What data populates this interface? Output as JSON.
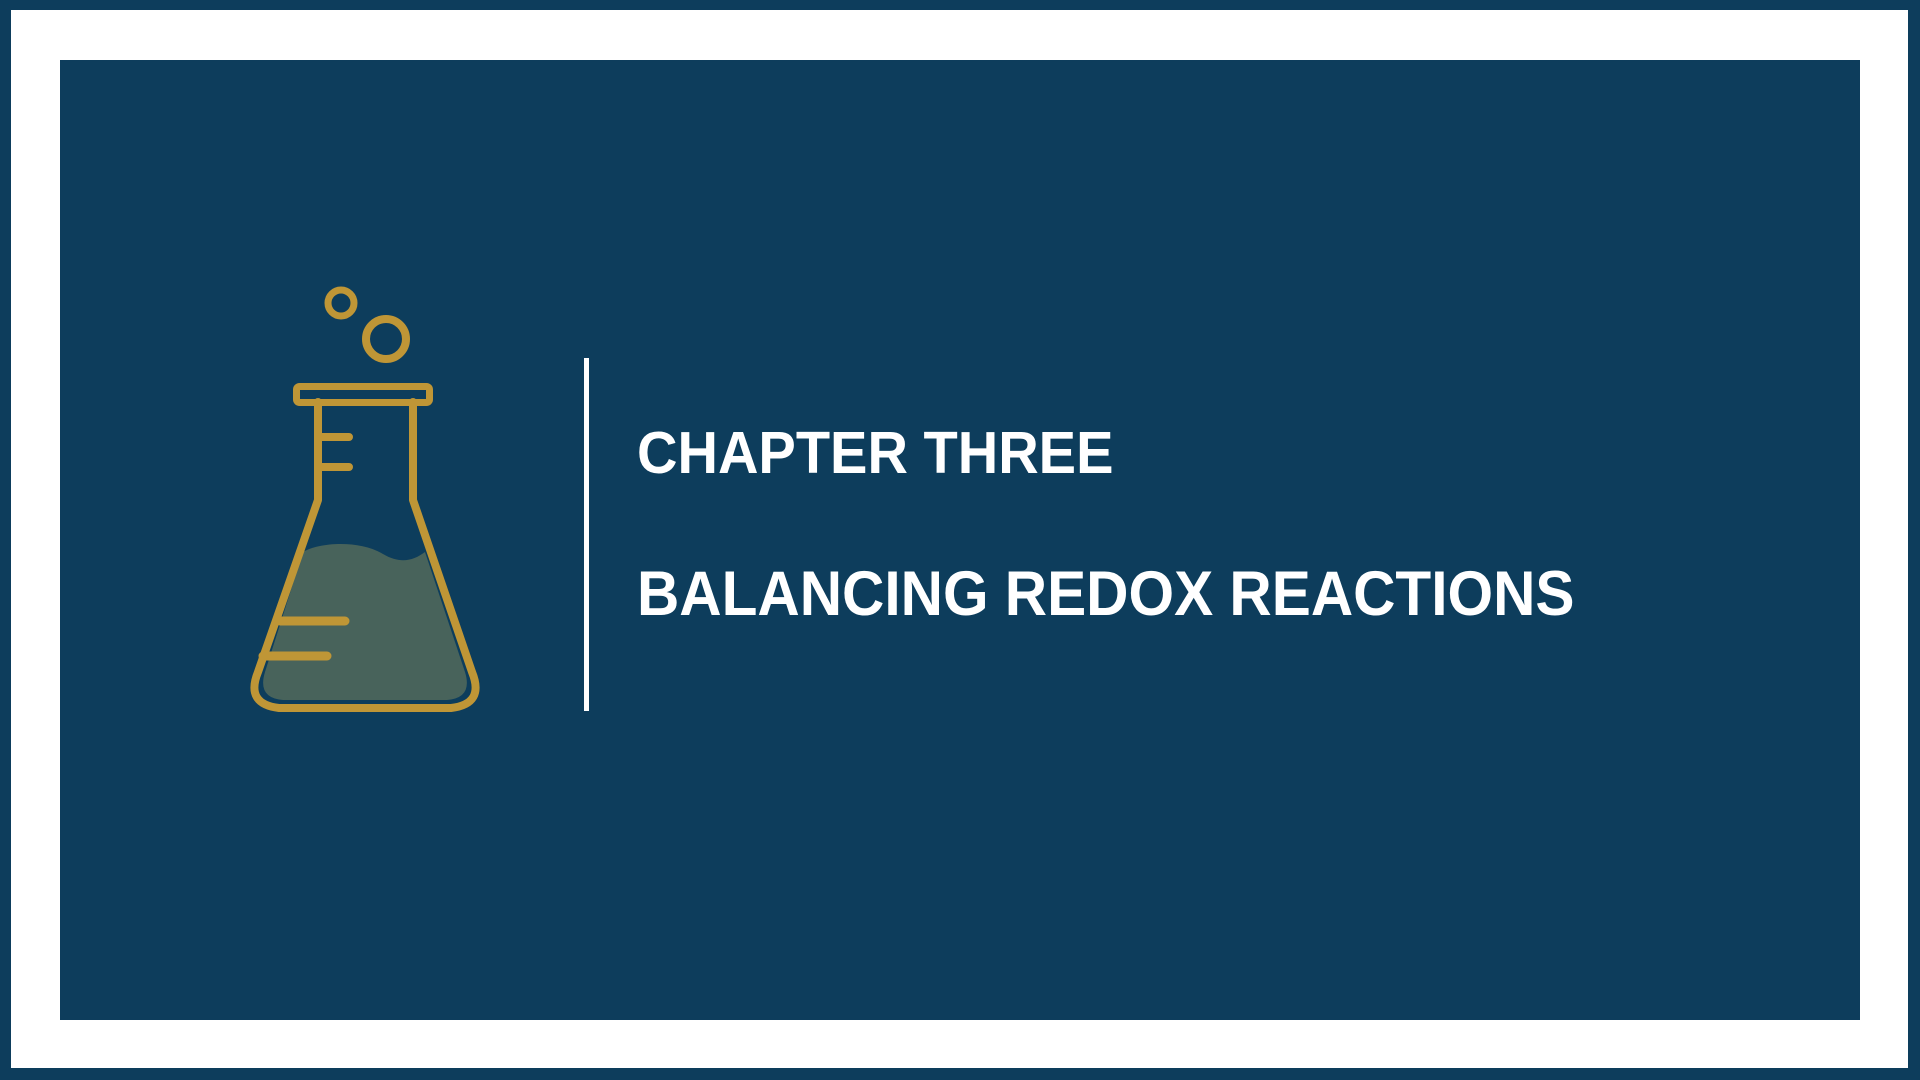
{
  "slide": {
    "kind": "chapter-title-slide",
    "title": {
      "line1": "CHAPTER THREE",
      "line2": "BALANCING REDOX REACTIONS"
    },
    "icon": {
      "name": "erlenmeyer-flask-icon",
      "elements": [
        "bubble-small",
        "bubble-large",
        "flask-rim",
        "flask-body",
        "neck-graduation-ticks",
        "body-graduation-lines",
        "liquid-fill"
      ]
    }
  },
  "colors": {
    "navy": "#0d3d5c",
    "gold": "#bf9636",
    "liquid": "#48635b",
    "frame": "#ffffff",
    "text": "#ffffff"
  }
}
